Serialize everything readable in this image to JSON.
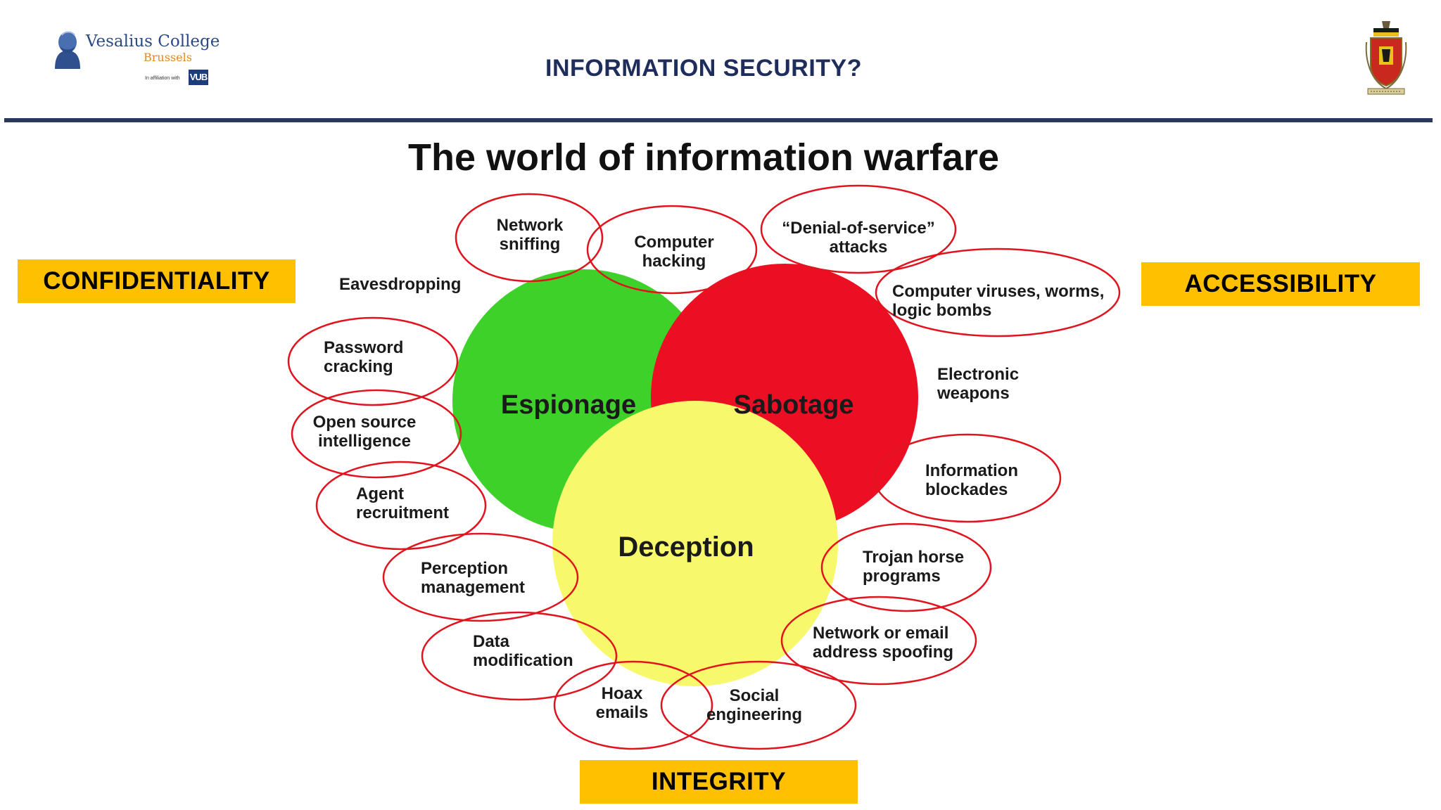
{
  "header": {
    "title": "INFORMATION SECURITY?",
    "logo": {
      "name": "Vesalius College",
      "city": "Brussels",
      "affiliation": "In affiliation with",
      "partner": "VUB"
    },
    "crest_icon": "coat-of-arms-crest"
  },
  "labels": {
    "confidentiality": "CONFIDENTIALITY",
    "accessibility": "ACCESSIBILITY",
    "integrity": "INTEGRITY"
  },
  "diagram": {
    "title": "The world of information warfare",
    "circles": [
      {
        "key": "espionage",
        "label": "Espionage",
        "color": "#3dd12a"
      },
      {
        "key": "sabotage",
        "label": "Sabotage",
        "color": "#ec0f24"
      },
      {
        "key": "deception",
        "label": "Deception",
        "color": "#f8f86c"
      }
    ],
    "techniques": [
      {
        "key": "network-sniffing",
        "lines": [
          "Network",
          "sniffing"
        ],
        "circled": true
      },
      {
        "key": "computer-hacking",
        "lines": [
          "Computer",
          "hacking"
        ],
        "circled": true
      },
      {
        "key": "denial-of-service",
        "lines": [
          "“Denial-of-service”",
          "attacks"
        ],
        "circled": true
      },
      {
        "key": "computer-viruses",
        "lines": [
          "Computer viruses, worms,",
          "logic bombs"
        ],
        "circled": true
      },
      {
        "key": "eavesdropping",
        "lines": [
          "Eavesdropping"
        ],
        "circled": false
      },
      {
        "key": "password-cracking",
        "lines": [
          "Password",
          "cracking"
        ],
        "circled": true
      },
      {
        "key": "open-source-intel",
        "lines": [
          "Open source",
          "intelligence"
        ],
        "circled": true
      },
      {
        "key": "agent-recruitment",
        "lines": [
          "Agent",
          "recruitment"
        ],
        "circled": true
      },
      {
        "key": "perception-mgmt",
        "lines": [
          "Perception",
          "management"
        ],
        "circled": true
      },
      {
        "key": "data-modification",
        "lines": [
          "Data",
          "modification"
        ],
        "circled": true
      },
      {
        "key": "hoax-emails",
        "lines": [
          "Hoax",
          "emails"
        ],
        "circled": true
      },
      {
        "key": "social-engineering",
        "lines": [
          "Social",
          "engineering"
        ],
        "circled": true
      },
      {
        "key": "address-spoofing",
        "lines": [
          "Network or email",
          "address spoofing"
        ],
        "circled": true
      },
      {
        "key": "trojan-horse",
        "lines": [
          "Trojan horse",
          "programs"
        ],
        "circled": true
      },
      {
        "key": "information-blockades",
        "lines": [
          "Information",
          "blockades"
        ],
        "circled": true
      },
      {
        "key": "electronic-weapons",
        "lines": [
          "Electronic",
          "weapons"
        ],
        "circled": false
      }
    ],
    "ellipse_color": "#e0141e"
  }
}
